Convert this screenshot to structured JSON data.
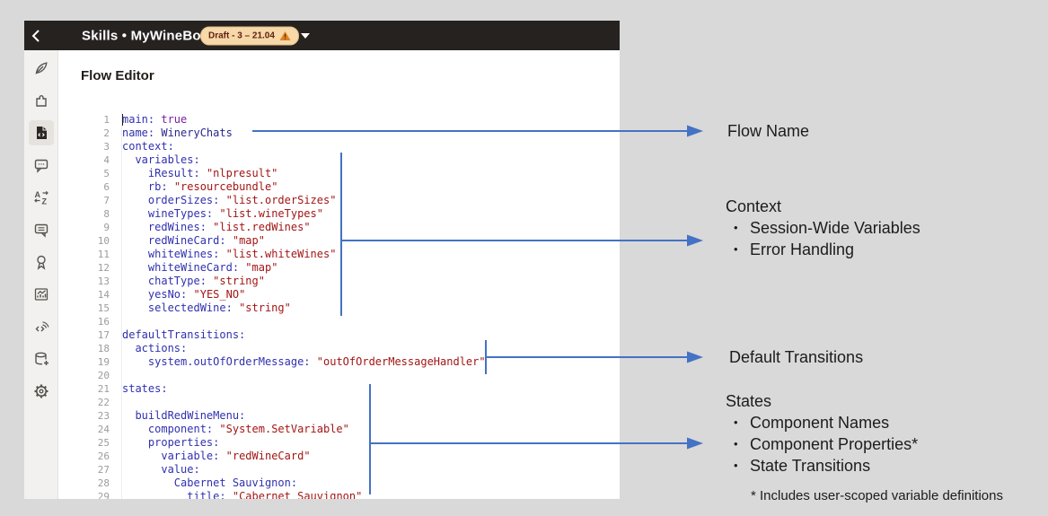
{
  "titlebar": {
    "back_icon": "chevron-left-icon",
    "title": "Skills • MyWineBot",
    "badge": "Draft - 3 – 21.04",
    "badge_warning_icon": "warning-triangle-icon",
    "caret_icon": "chevron-down-icon"
  },
  "page": {
    "heading": "Flow Editor"
  },
  "sidebar": {
    "items": [
      {
        "icon": "feather-icon",
        "active": false
      },
      {
        "icon": "puzzle-icon",
        "active": false
      },
      {
        "icon": "code-file-icon",
        "active": true
      },
      {
        "icon": "chat-dots-icon",
        "active": false
      },
      {
        "icon": "translate-icon",
        "active": false
      },
      {
        "icon": "chat-lines-icon",
        "active": false
      },
      {
        "icon": "ribbon-icon",
        "active": false
      },
      {
        "icon": "chart-icon",
        "active": false
      },
      {
        "icon": "channel-icon",
        "active": false
      },
      {
        "icon": "database-icon",
        "active": false
      },
      {
        "icon": "gear-icon",
        "active": false
      }
    ]
  },
  "editor": {
    "lines": [
      {
        "n": 1,
        "tokens": [
          [
            "k",
            "main:"
          ],
          [
            "w",
            " "
          ],
          [
            "b",
            "true"
          ]
        ]
      },
      {
        "n": 2,
        "tokens": [
          [
            "k",
            "name:"
          ],
          [
            "w",
            " "
          ],
          [
            "i",
            "WineryChats"
          ]
        ]
      },
      {
        "n": 3,
        "tokens": [
          [
            "k",
            "context:"
          ]
        ]
      },
      {
        "n": 4,
        "tokens": [
          [
            "w",
            "  "
          ],
          [
            "k",
            "variables:"
          ]
        ]
      },
      {
        "n": 5,
        "tokens": [
          [
            "w",
            "    "
          ],
          [
            "k",
            "iResult:"
          ],
          [
            "w",
            " "
          ],
          [
            "s",
            "\"nlpresult\""
          ]
        ]
      },
      {
        "n": 6,
        "tokens": [
          [
            "w",
            "    "
          ],
          [
            "k",
            "rb:"
          ],
          [
            "w",
            " "
          ],
          [
            "s",
            "\"resourcebundle\""
          ]
        ]
      },
      {
        "n": 7,
        "tokens": [
          [
            "w",
            "    "
          ],
          [
            "k",
            "orderSizes:"
          ],
          [
            "w",
            " "
          ],
          [
            "s",
            "\"list.orderSizes\""
          ]
        ]
      },
      {
        "n": 8,
        "tokens": [
          [
            "w",
            "    "
          ],
          [
            "k",
            "wineTypes:"
          ],
          [
            "w",
            " "
          ],
          [
            "s",
            "\"list.wineTypes\""
          ]
        ]
      },
      {
        "n": 9,
        "tokens": [
          [
            "w",
            "    "
          ],
          [
            "k",
            "redWines:"
          ],
          [
            "w",
            " "
          ],
          [
            "s",
            "\"list.redWines\""
          ]
        ]
      },
      {
        "n": 10,
        "tokens": [
          [
            "w",
            "    "
          ],
          [
            "k",
            "redWineCard:"
          ],
          [
            "w",
            " "
          ],
          [
            "s",
            "\"map\""
          ]
        ]
      },
      {
        "n": 11,
        "tokens": [
          [
            "w",
            "    "
          ],
          [
            "k",
            "whiteWines:"
          ],
          [
            "w",
            " "
          ],
          [
            "s",
            "\"list.whiteWines\""
          ]
        ]
      },
      {
        "n": 12,
        "tokens": [
          [
            "w",
            "    "
          ],
          [
            "k",
            "whiteWineCard:"
          ],
          [
            "w",
            " "
          ],
          [
            "s",
            "\"map\""
          ]
        ]
      },
      {
        "n": 13,
        "tokens": [
          [
            "w",
            "    "
          ],
          [
            "k",
            "chatType:"
          ],
          [
            "w",
            " "
          ],
          [
            "s",
            "\"string\""
          ]
        ]
      },
      {
        "n": 14,
        "tokens": [
          [
            "w",
            "    "
          ],
          [
            "k",
            "yesNo:"
          ],
          [
            "w",
            " "
          ],
          [
            "s",
            "\"YES_NO\""
          ]
        ]
      },
      {
        "n": 15,
        "tokens": [
          [
            "w",
            "    "
          ],
          [
            "k",
            "selectedWine:"
          ],
          [
            "w",
            " "
          ],
          [
            "s",
            "\"string\""
          ]
        ]
      },
      {
        "n": 16,
        "tokens": []
      },
      {
        "n": 17,
        "tokens": [
          [
            "k",
            "defaultTransitions:"
          ]
        ]
      },
      {
        "n": 18,
        "tokens": [
          [
            "w",
            "  "
          ],
          [
            "k",
            "actions:"
          ]
        ]
      },
      {
        "n": 19,
        "tokens": [
          [
            "w",
            "    "
          ],
          [
            "k",
            "system.outOfOrderMessage:"
          ],
          [
            "w",
            " "
          ],
          [
            "s",
            "\"outOfOrderMessageHandler\""
          ]
        ]
      },
      {
        "n": 20,
        "tokens": []
      },
      {
        "n": 21,
        "tokens": [
          [
            "k",
            "states:"
          ]
        ]
      },
      {
        "n": 22,
        "tokens": []
      },
      {
        "n": 23,
        "tokens": [
          [
            "w",
            "  "
          ],
          [
            "k",
            "buildRedWineMenu:"
          ]
        ]
      },
      {
        "n": 24,
        "tokens": [
          [
            "w",
            "    "
          ],
          [
            "k",
            "component:"
          ],
          [
            "w",
            " "
          ],
          [
            "s",
            "\"System.SetVariable\""
          ]
        ]
      },
      {
        "n": 25,
        "tokens": [
          [
            "w",
            "    "
          ],
          [
            "k",
            "properties:"
          ]
        ]
      },
      {
        "n": 26,
        "tokens": [
          [
            "w",
            "      "
          ],
          [
            "k",
            "variable:"
          ],
          [
            "w",
            " "
          ],
          [
            "s",
            "\"redWineCard\""
          ]
        ]
      },
      {
        "n": 27,
        "tokens": [
          [
            "w",
            "      "
          ],
          [
            "k",
            "value:"
          ]
        ]
      },
      {
        "n": 28,
        "tokens": [
          [
            "w",
            "        "
          ],
          [
            "k",
            "Cabernet Sauvignon:"
          ]
        ]
      },
      {
        "n": 29,
        "tokens": [
          [
            "w",
            "          "
          ],
          [
            "k",
            "title:"
          ],
          [
            "w",
            " "
          ],
          [
            "s",
            "\"Cabernet Sauvignon\""
          ]
        ]
      }
    ]
  },
  "annotations": {
    "flow_name": {
      "label": "Flow Name"
    },
    "context": {
      "title": "Context",
      "bullets": [
        "Session-Wide Variables",
        "Error Handling"
      ]
    },
    "default_transitions": {
      "label": "Default Transitions"
    },
    "states": {
      "title": "States",
      "bullets": [
        "Component Names",
        "Component Properties*",
        "State Transitions"
      ],
      "footnote": "* Includes user-scoped variable definitions"
    }
  },
  "colors": {
    "arrow_accent": "#4472c4",
    "badge_bg": "#f7d8a9",
    "badge_text": "#5e2212",
    "warning_orange": "#e0821f",
    "yaml_key": "#3030b0",
    "yaml_string": "#a31515",
    "yaml_bool": "#7b1fa2",
    "titlebar_bg": "#262220"
  }
}
